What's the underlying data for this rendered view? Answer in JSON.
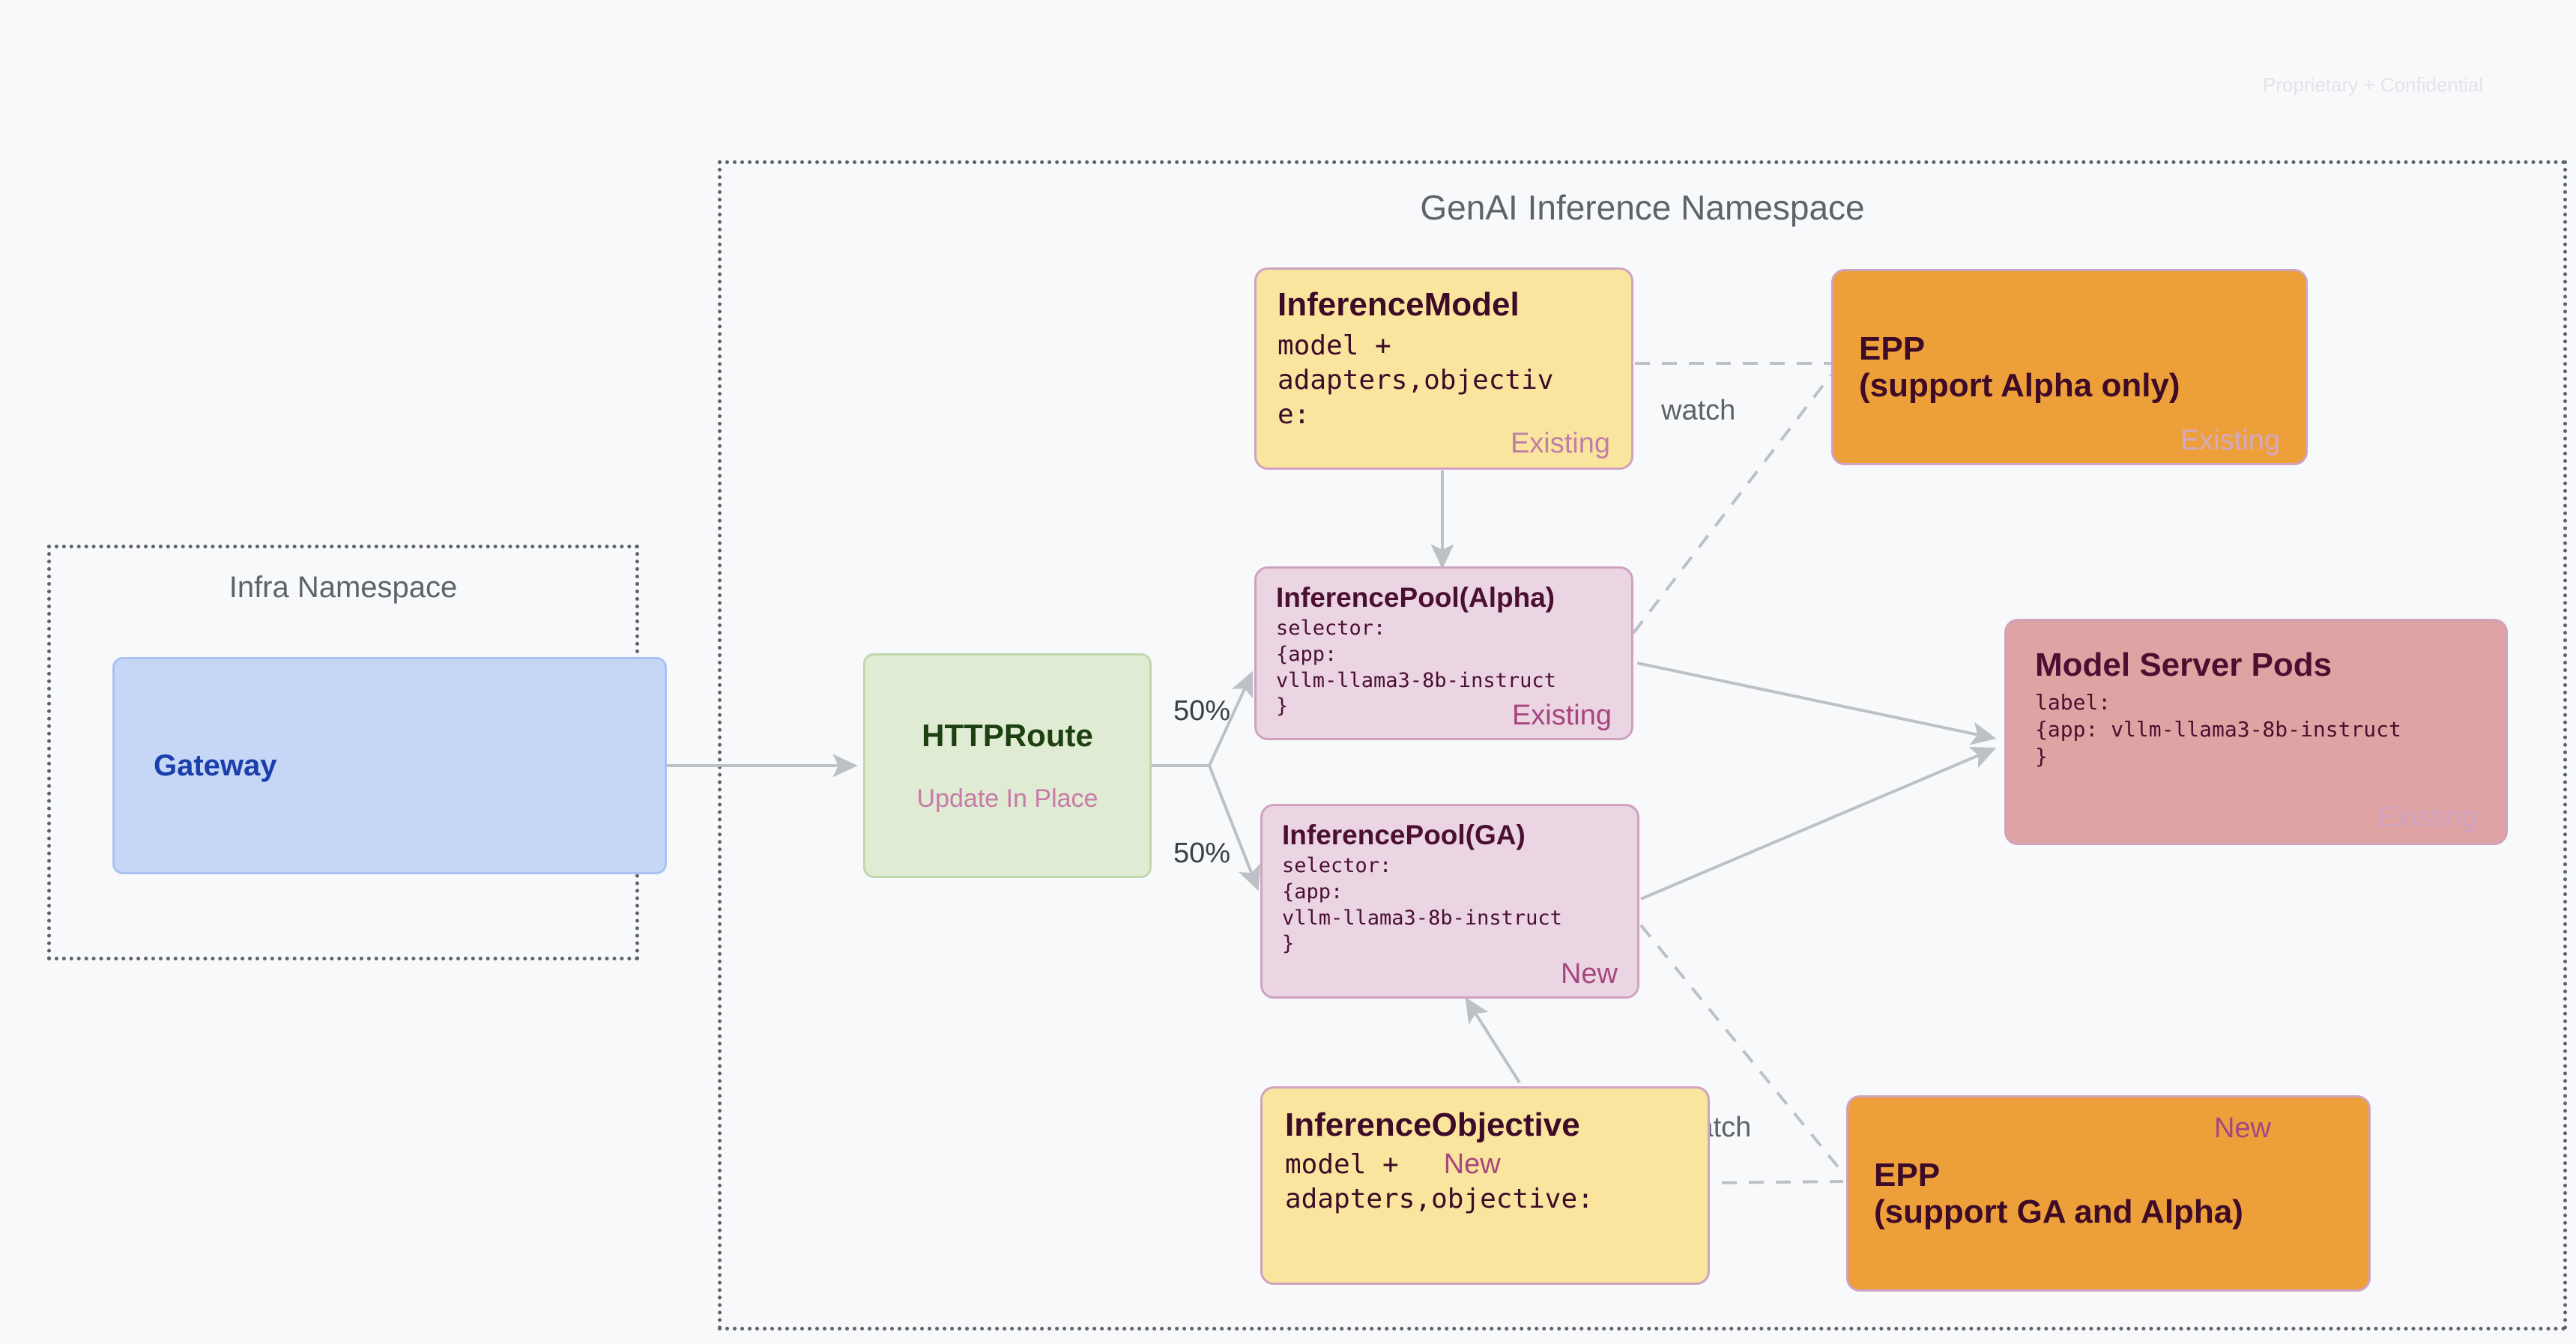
{
  "page": {
    "confidential_notice": "Proprietary + Confidential",
    "background_color": "#f8f9fb"
  },
  "namespaces": [
    {
      "id": "infra",
      "title": "Infra Namespace"
    },
    {
      "id": "genai",
      "title": "GenAI Inference Namespace"
    }
  ],
  "nodes": {
    "gateway": {
      "title": "Gateway",
      "color": "#c5d6f7"
    },
    "httproute": {
      "title": "HTTPRoute",
      "subtitle": "Update In Place",
      "color": "#dfecd3"
    },
    "inference_model": {
      "title": "InferenceModel",
      "code": "model +\nadapters,objectiv\ne:",
      "badge": "Existing",
      "color": "#fae59f"
    },
    "inference_pool_alpha": {
      "title": "InferencePool(Alpha)",
      "code": "selector:\n{app:\nvllm-llama3-8b-instruct\n}",
      "badge": "Existing",
      "color": "#ecd5e3"
    },
    "inference_pool_ga": {
      "title": "InferencePool(GA)",
      "code": "selector:\n{app:\nvllm-llama3-8b-instruct\n}",
      "badge": "New",
      "color": "#ecd5e3"
    },
    "inference_objective": {
      "title": "InferenceObjective",
      "code_before": "model +",
      "badge": "New",
      "code_after": "adapters,objective:",
      "color": "#fae59f"
    },
    "epp_alpha": {
      "title_line1": "EPP",
      "title_line2": "(support Alpha only)",
      "badge": "Existing",
      "color": "#eda039"
    },
    "epp_ga": {
      "title_line1": "EPP",
      "title_line2": "(support GA and Alpha)",
      "badge": "New",
      "color": "#eda039"
    },
    "model_server_pods": {
      "title": "Model Server Pods",
      "code": "label:\n{app: vllm-llama3-8b-instruct\n}",
      "badge": "Existing",
      "color": "#e0a3a3"
    }
  },
  "edges": [
    {
      "id": "gateway-to-httproute",
      "label": "",
      "style": "solid"
    },
    {
      "id": "httproute-to-pool-alpha",
      "label": "50%",
      "style": "solid"
    },
    {
      "id": "httproute-to-pool-ga",
      "label": "50%",
      "style": "solid"
    },
    {
      "id": "inference-model-to-pool-alpha",
      "label": "",
      "style": "solid"
    },
    {
      "id": "inference-model-to-epp-alpha",
      "label": "watch",
      "style": "dashed"
    },
    {
      "id": "pool-alpha-to-epp-alpha",
      "label": "",
      "style": "dashed"
    },
    {
      "id": "pool-alpha-to-pods",
      "label": "",
      "style": "solid"
    },
    {
      "id": "pool-ga-to-pods",
      "label": "",
      "style": "solid"
    },
    {
      "id": "objective-to-pool-ga",
      "label": "",
      "style": "solid"
    },
    {
      "id": "objective-to-epp-ga",
      "label": "watch",
      "style": "dashed"
    },
    {
      "id": "pool-ga-to-epp-ga",
      "label": "",
      "style": "dashed"
    }
  ]
}
